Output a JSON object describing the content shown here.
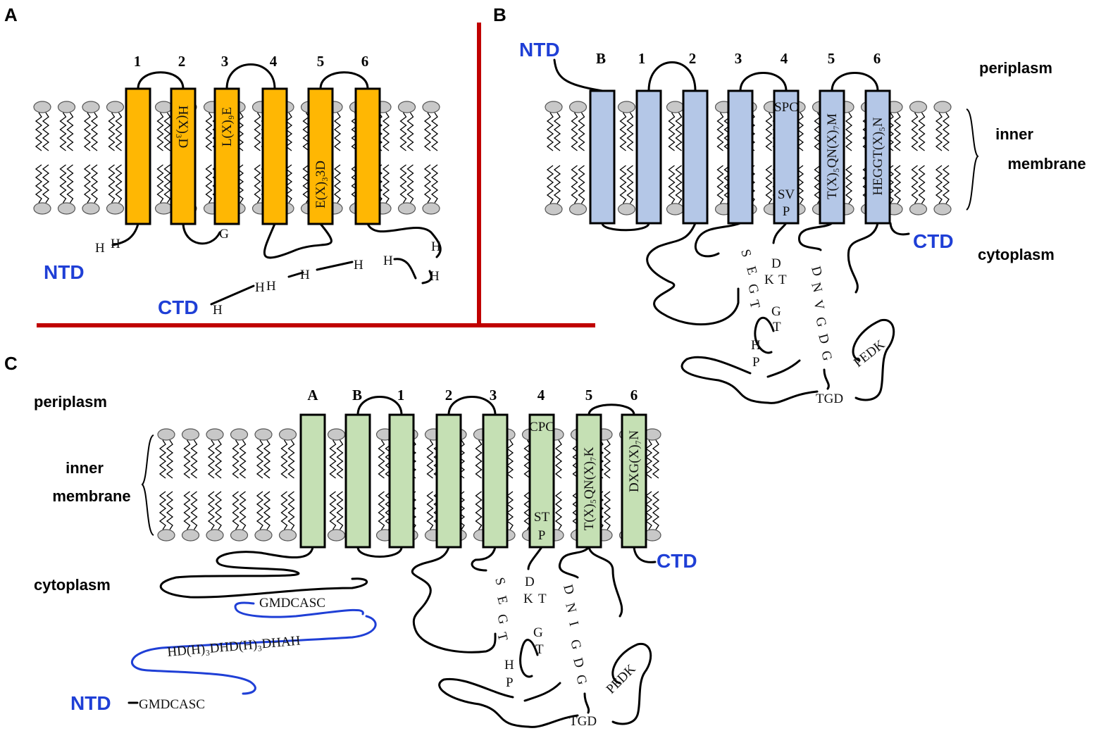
{
  "colors": {
    "panel_a_helix": "#ffb703",
    "panel_b_helix": "#b4c7e7",
    "panel_c_helix": "#c5e0b4",
    "terminus_label": "#1f3fd6",
    "divider": "#c00000",
    "lipid_head": "#c8c8c8"
  },
  "panel_a": {
    "letter": "A",
    "tm_numbers": [
      "1",
      "2",
      "3",
      "4",
      "5",
      "6"
    ],
    "motifs": [
      "H(X)₃D",
      "L(X)₉E",
      "E(X)₃3D"
    ],
    "loop_residue": "G",
    "ntd": "NTD",
    "ctd": "CTD",
    "nterm_residues": [
      "H",
      "H"
    ],
    "cterm_residues": [
      "H",
      "H",
      "H",
      "H",
      "H",
      "H",
      "H",
      "H"
    ]
  },
  "panel_b": {
    "letter": "B",
    "ntd": "NTD",
    "ctd": "CTD",
    "tm_numbers": [
      "B",
      "1",
      "2",
      "3",
      "4",
      "5",
      "6"
    ],
    "helix4_top": "SPC",
    "helix4_bottom_1": "SV",
    "helix4_bottom_2": "P",
    "motif_5": "T(X)₅QN(X)₇M",
    "motif_6": "HEGGT(X)₅N",
    "periplasm": "periplasm",
    "inner_1": "inner",
    "inner_2": "membrane",
    "cytoplasm": "cytoplasm",
    "res_seg": [
      "S",
      "E",
      "G",
      "T"
    ],
    "res_dktgt": [
      "D",
      "K",
      "T",
      "G",
      "T"
    ],
    "res_dnvgdg": [
      "D",
      "N",
      "V",
      "G",
      "D",
      "G"
    ],
    "res_hp": [
      "H",
      "P"
    ],
    "tgd": "TGD",
    "pedk": "PEDK"
  },
  "panel_c": {
    "letter": "C",
    "tm_numbers": [
      "A",
      "B",
      "1",
      "2",
      "3",
      "4",
      "5",
      "6"
    ],
    "periplasm": "periplasm",
    "inner_1": "inner",
    "inner_2": "membrane",
    "cytoplasm": "cytoplasm",
    "helix4_top": "CPC",
    "helix4_bottom_1": "ST",
    "helix4_bottom_2": "P",
    "motif_5": "T(X)₅QN(X)₇K",
    "motif_6": "DXG(X)₇N",
    "ctd": "CTD",
    "ntd": "NTD",
    "ntd_seq": "GMDCASC",
    "blue_seq_1": "GMDCASC",
    "blue_seq_2": "HD(H)₃DHD(H)₃DHAH",
    "res_seg": [
      "S",
      "E",
      "G",
      "T"
    ],
    "res_dktgt": [
      "D",
      "K",
      "T",
      "G",
      "T"
    ],
    "res_dnigdg": [
      "D",
      "N",
      "I",
      "G",
      "D",
      "G"
    ],
    "res_hp": [
      "H",
      "P"
    ],
    "tgd": "TGD",
    "pedk": "PEDK"
  }
}
